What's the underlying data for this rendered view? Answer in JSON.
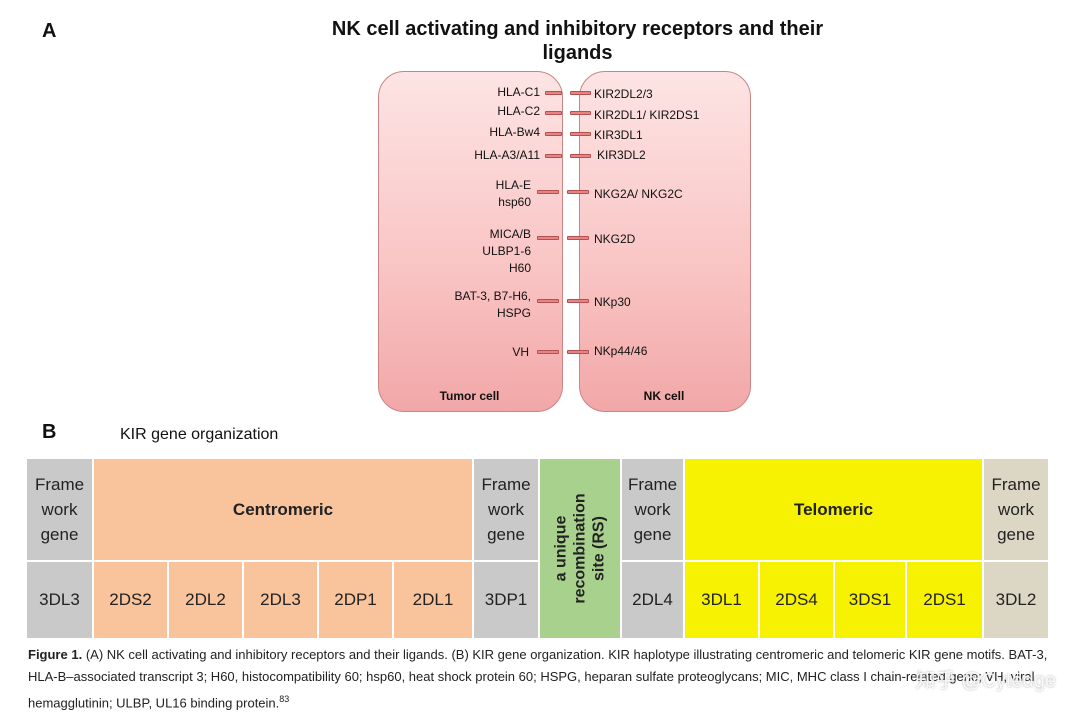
{
  "panel_a": {
    "letter": "A",
    "title": "NK cell activating and inhibitory receptors and their ligands",
    "tumor_label": "Tumor cell",
    "nk_label": "NK cell",
    "pairs": [
      {
        "ligand": "HLA-C1",
        "receptor": "KIR2DL2/3"
      },
      {
        "ligand": "HLA-C2",
        "receptor": "KIR2DL1/ KIR2DS1"
      },
      {
        "ligand": "HLA-Bw4",
        "receptor": "KIR3DL1"
      },
      {
        "ligand": "HLA-A3/A11",
        "receptor": "KIR3DL2"
      },
      {
        "ligand": "HLA-E\nhsp60",
        "receptor": "NKG2A/ NKG2C"
      },
      {
        "ligand": "MICA/B\nULBP1-6\nH60",
        "receptor": "NKG2D"
      },
      {
        "ligand": "BAT-3, B7-H6,\nHSPG",
        "receptor": "NKp30"
      },
      {
        "ligand": "VH",
        "receptor": "NKp44/46"
      }
    ]
  },
  "panel_b": {
    "letter": "B",
    "title": "KIR gene organization",
    "framework_label": "Frame\nwork\ngene",
    "centromeric_label": "Centromeric",
    "telomeric_label": "Telomeric",
    "rs_label": "a unique\nrecombination\nsite (RS)",
    "genes": {
      "fw1": "3DL3",
      "centromeric": [
        "2DS2",
        "2DL2",
        "2DL3",
        "2DP1",
        "2DL1"
      ],
      "fw2": "3DP1",
      "fw3": "2DL4",
      "telomeric": [
        "3DL1",
        "2DS4",
        "3DS1",
        "2DS1"
      ],
      "fw4": "3DL2"
    },
    "colors": {
      "framework": "#c9c9c9",
      "centromeric": "#f9c39c",
      "rs": "#a9d18e",
      "telomeric": "#f7f201",
      "framework_end": "#dcd7c5"
    }
  },
  "caption": {
    "label": "Figure 1.",
    "text": "(A) NK cell activating and inhibitory receptors and their ligands. (B) KIR gene organization. KIR haplotype illustrating centromeric and telomeric KIR gene motifs. BAT-3, HLA-B–associated transcript 3; H60, histocompatibility 60; hsp60, heat shock protein 60; HSPG, heparan sulfate proteoglycans; MIC, MHC class I chain-related gene; VH, viral hemagglutinin; ULBP, UL16 binding protein.",
    "ref": "83"
  },
  "watermark": "知乎 @Cytedge"
}
